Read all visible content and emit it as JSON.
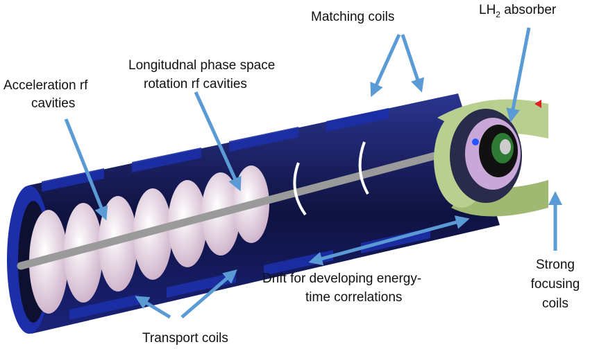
{
  "labels": {
    "acceleration_line1": "Acceleration rf",
    "acceleration_line2": "cavities",
    "longitudinal_line1": "Longitudnal phase space",
    "longitudinal_line2": "rotation rf cavities",
    "matching": "Matching coils",
    "lh2_prefix": "LH",
    "lh2_sub": "2",
    "lh2_suffix": " absorber",
    "drift_line1": "Drift for developing energy-",
    "drift_line2": "time correlations",
    "transport": "Transport coils",
    "strong_line1": "Strong",
    "strong_line2": "focusing",
    "strong_line3": "coils"
  },
  "colors": {
    "arrow": "#5b9bd5",
    "body": "#161a5c",
    "coil": "#1c2fa8",
    "cavity": "#eadbe6",
    "focus_coil": "#b9cf8f",
    "pipe": "#9a9a9a"
  }
}
